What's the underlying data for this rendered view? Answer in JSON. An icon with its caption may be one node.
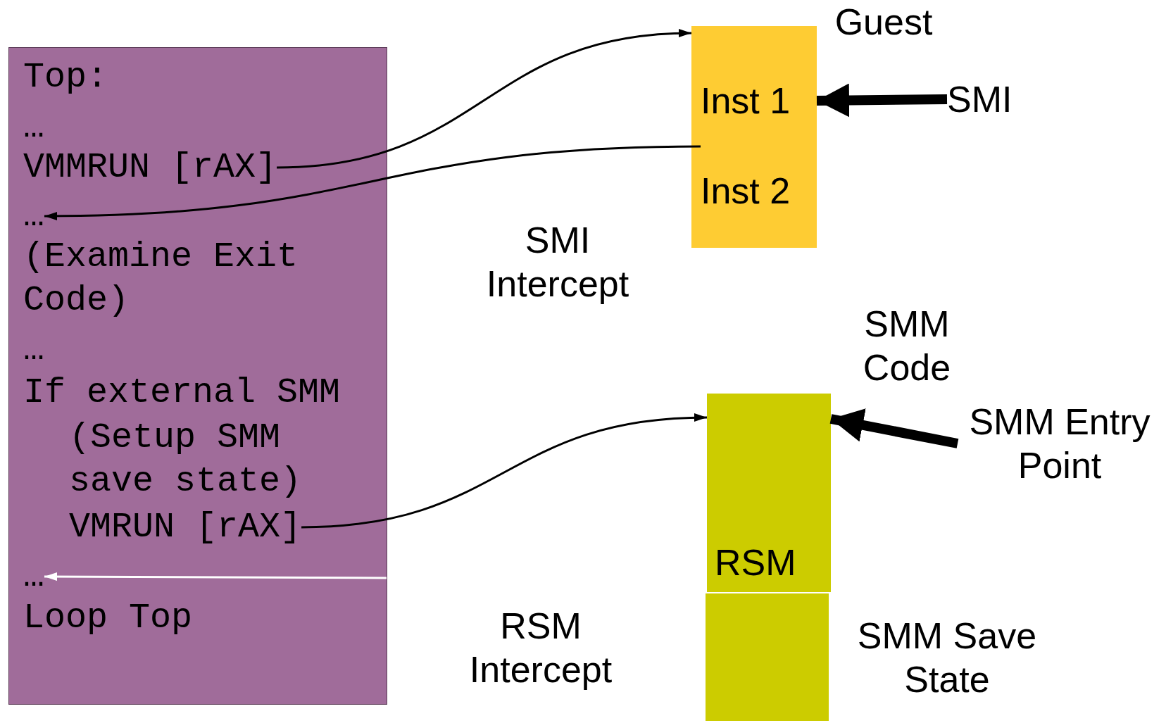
{
  "diagram": {
    "nodes": [
      {
        "text": [],
        "shape": "box"
      },
      {
        "text": [
          "Top:"
        ],
        "in": 0
      },
      {
        "text": [
          "…"
        ],
        "in": 0
      },
      {
        "text": [
          "VMMRUN [rAX]"
        ],
        "in": 0
      },
      {
        "text": [
          "…"
        ],
        "in": 0
      },
      {
        "text": [
          "(Examine Exit Code)"
        ],
        "in": 0
      },
      {
        "text": [
          "…"
        ],
        "in": 0
      },
      {
        "text": [
          "If external SMM"
        ],
        "in": 0
      },
      {
        "text": [
          "(Setup SMM save state)"
        ],
        "in": 0
      },
      {
        "text": [
          "VMRUN [rAX]"
        ],
        "in": 0
      },
      {
        "text": [
          "…"
        ],
        "in": 0
      },
      {
        "text": [
          "Loop Top"
        ],
        "in": 0
      },
      {
        "text": [
          "Guest"
        ]
      },
      {
        "text": [
          "Inst 1"
        ],
        "in": 12
      },
      {
        "text": [
          "Inst 2"
        ],
        "in": 12
      },
      {
        "text": [
          "SMI"
        ]
      },
      {
        "text": [
          "SMM Code"
        ]
      },
      {
        "text": [
          "RSM"
        ],
        "in": 16
      },
      {
        "text": [
          "SMM Entry Point"
        ]
      },
      {
        "text": [
          "SMM Save State"
        ]
      }
    ],
    "edges": [
      {
        "from": 3,
        "to": 12,
        "arrow": "to"
      },
      {
        "from": 14,
        "to": 4,
        "arrow": "to"
      },
      {
        "from": 9,
        "to": 16,
        "arrow": "to"
      },
      {
        "from": null,
        "to": 10,
        "arrow": "to",
        "color": "#ffffff"
      },
      {
        "from": 15,
        "to": 13,
        "arrow": "to",
        "style": "thick"
      },
      {
        "from": 18,
        "to": 16,
        "arrow": "to",
        "style": "thick"
      }
    ],
    "labels": [
      "SMI Intercept",
      "RSM Intercept"
    ]
  }
}
